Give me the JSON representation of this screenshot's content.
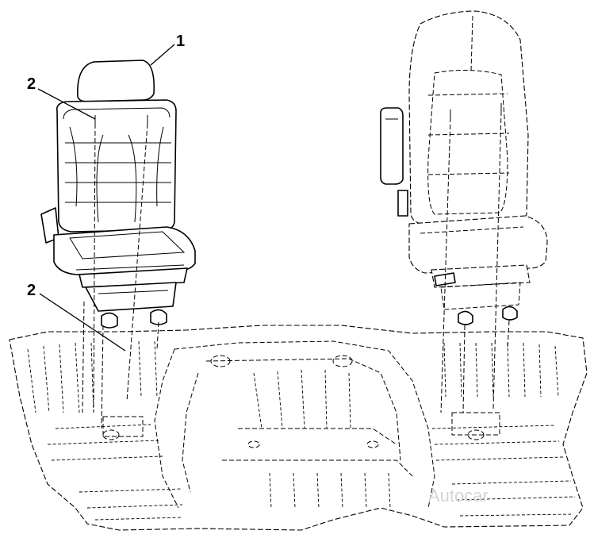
{
  "callouts": {
    "label_1": "1",
    "label_2_upper": "2",
    "label_2_lower": "2"
  },
  "watermark": "Autocar"
}
